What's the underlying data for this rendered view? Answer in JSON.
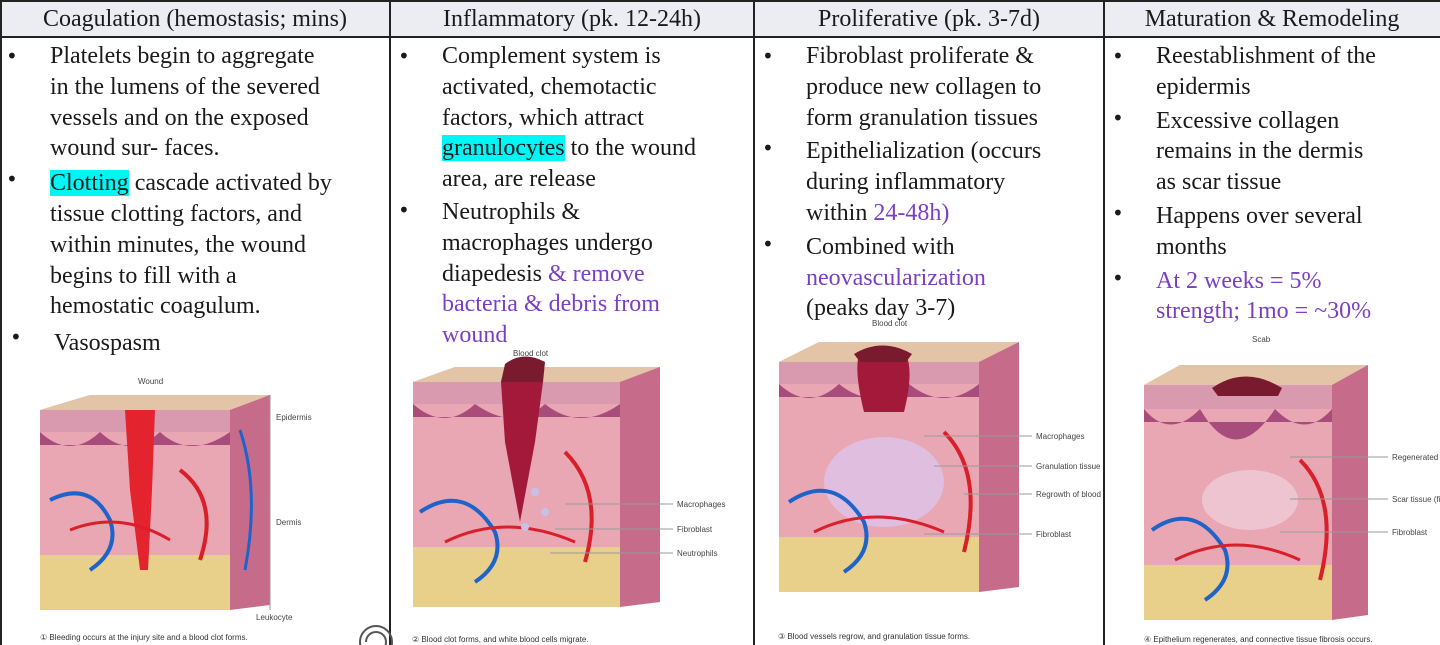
{
  "columns": [
    {
      "header": "Coagulation (hemostasis; mins)",
      "bullets": [
        {
          "lines": [
            "Platelets begin to aggregate",
            "in the lumens of the severed",
            "vessels and on the exposed",
            "wound sur- faces."
          ]
        },
        {
          "hl": "Clotting",
          "lines": [
            " cascade activated by",
            "tissue clotting factors, and",
            "within minutes, the wound",
            "begins to fill with a",
            "hemostatic coagulum."
          ]
        },
        {
          "lines": [
            "Vasospasm"
          ]
        }
      ],
      "figure": {
        "labels": [
          "Wound",
          "Epidermis",
          "Dermis",
          "Leukocyte"
        ],
        "caption": "① Bleeding occurs at the injury site and a blood clot forms."
      }
    },
    {
      "header": "Inflammatory (pk. 12-24h)",
      "bullets": [
        {
          "lines": [
            "Complement system is",
            "activated, chemotactic",
            "factors, which attract"
          ],
          "hl": "granulocytes",
          "after": " to the wound",
          "rest": [
            "area, are release"
          ]
        },
        {
          "lines": [
            "Neutrophils &",
            "macrophages undergo"
          ],
          "plain": "diapedesis ",
          "purple": [
            "& remove",
            "bacteria & debris from",
            "wound"
          ]
        }
      ],
      "figure": {
        "labels": [
          "Blood clot",
          "Macrophages",
          "Fibroblast",
          "Neutrophils"
        ],
        "caption": "② Blood clot forms, and white blood cells migrate."
      }
    },
    {
      "header": "Proliferative (pk. 3-7d)",
      "bullets": [
        {
          "lines": [
            "Fibroblast proliferate &",
            "produce new collagen to",
            "form granulation tissues"
          ]
        },
        {
          "lines": [
            "Epithelialization (occurs",
            "during inflammatory"
          ],
          "plain": "within ",
          "purple": [
            "24-48h)"
          ]
        },
        {
          "lines": [
            "Combined with"
          ],
          "purple": [
            "neovascularization"
          ],
          "last": [
            "(peaks day 3-7)"
          ]
        }
      ],
      "figure": {
        "labels": [
          "Blood clot",
          "Macrophages",
          "Granulation tissue",
          "Regrowth of blood vessel",
          "Fibroblast"
        ],
        "caption": "③ Blood vessels regrow, and granulation tissue forms."
      }
    },
    {
      "header": "Maturation & Remodeling",
      "bullets": [
        {
          "lines": [
            "Reestablishment of the",
            "epidermis"
          ]
        },
        {
          "lines": [
            "Excessive collagen",
            "remains in the dermis",
            "as scar tissue"
          ]
        },
        {
          "lines": [
            "Happens over several",
            "months"
          ]
        },
        {
          "purple": [
            "At 2 weeks = 5%",
            "strength; 1mo = ~30%"
          ]
        }
      ],
      "figure": {
        "labels": [
          "Scab",
          "Regenerated epidermis",
          "Scar tissue (fibrosis)",
          "Fibroblast"
        ],
        "caption": "④ Epithelium regenerates, and connective tissue fibrosis occurs."
      }
    }
  ],
  "colors": {
    "highlight": "#00f5f5",
    "purple_text": "#7b3fc4",
    "header_bg": "#ececf3"
  }
}
